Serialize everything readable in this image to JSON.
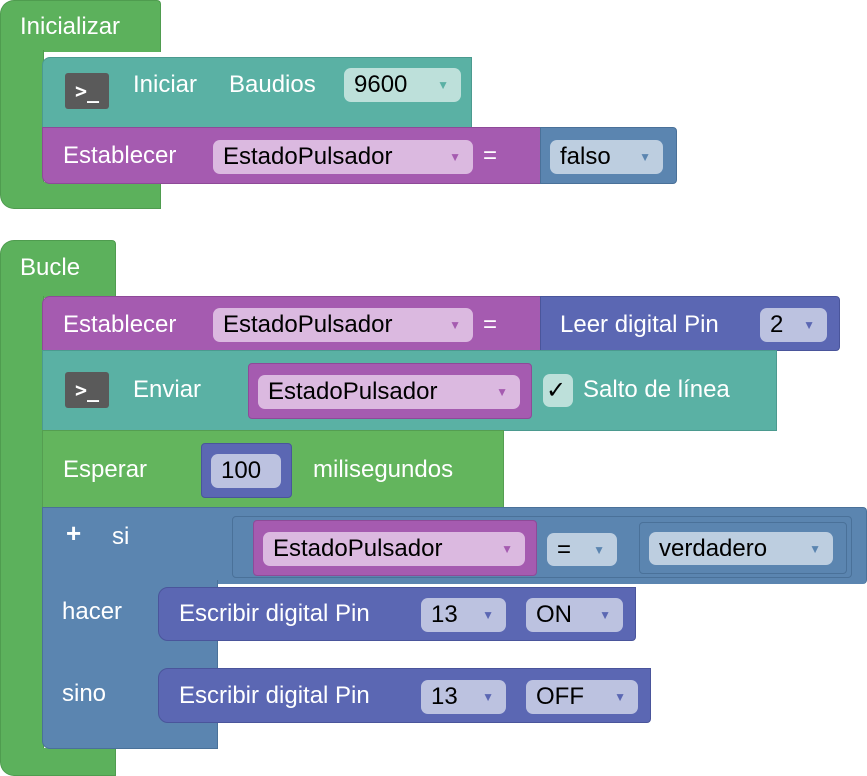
{
  "init": {
    "title": "Inicializar",
    "serial": {
      "label_start": "Iniciar",
      "label_baud": "Baudios",
      "baud": "9600",
      "icon": "terminal-icon"
    },
    "set": {
      "label": "Establecer",
      "variable": "EstadoPulsador",
      "equals": "=",
      "value": "falso"
    }
  },
  "loop": {
    "title": "Bucle",
    "set": {
      "label": "Establecer",
      "variable": "EstadoPulsador",
      "equals": "=",
      "read_label": "Leer digital Pin",
      "pin": "2"
    },
    "send": {
      "label": "Enviar",
      "variable": "EstadoPulsador",
      "newline_check": "✓",
      "newline_label": "Salto de línea",
      "icon": "terminal-icon"
    },
    "wait": {
      "label": "Esperar",
      "value": "100",
      "unit": "milisegundos"
    },
    "if": {
      "plus": "+",
      "if_label": "si",
      "variable": "EstadoPulsador",
      "operator": "=",
      "compare_value": "verdadero",
      "do_label": "hacer",
      "do_block": {
        "label": "Escribir digital Pin",
        "pin": "13",
        "state": "ON"
      },
      "else_label": "sino",
      "else_block": {
        "label": "Escribir digital Pin",
        "pin": "13",
        "state": "OFF"
      }
    }
  },
  "colors": {
    "events": "#5cb15c",
    "serial": "#5ab1a4",
    "variables": "#a55bb0",
    "logic": "#5b85b0",
    "io": "#5b67b3"
  }
}
